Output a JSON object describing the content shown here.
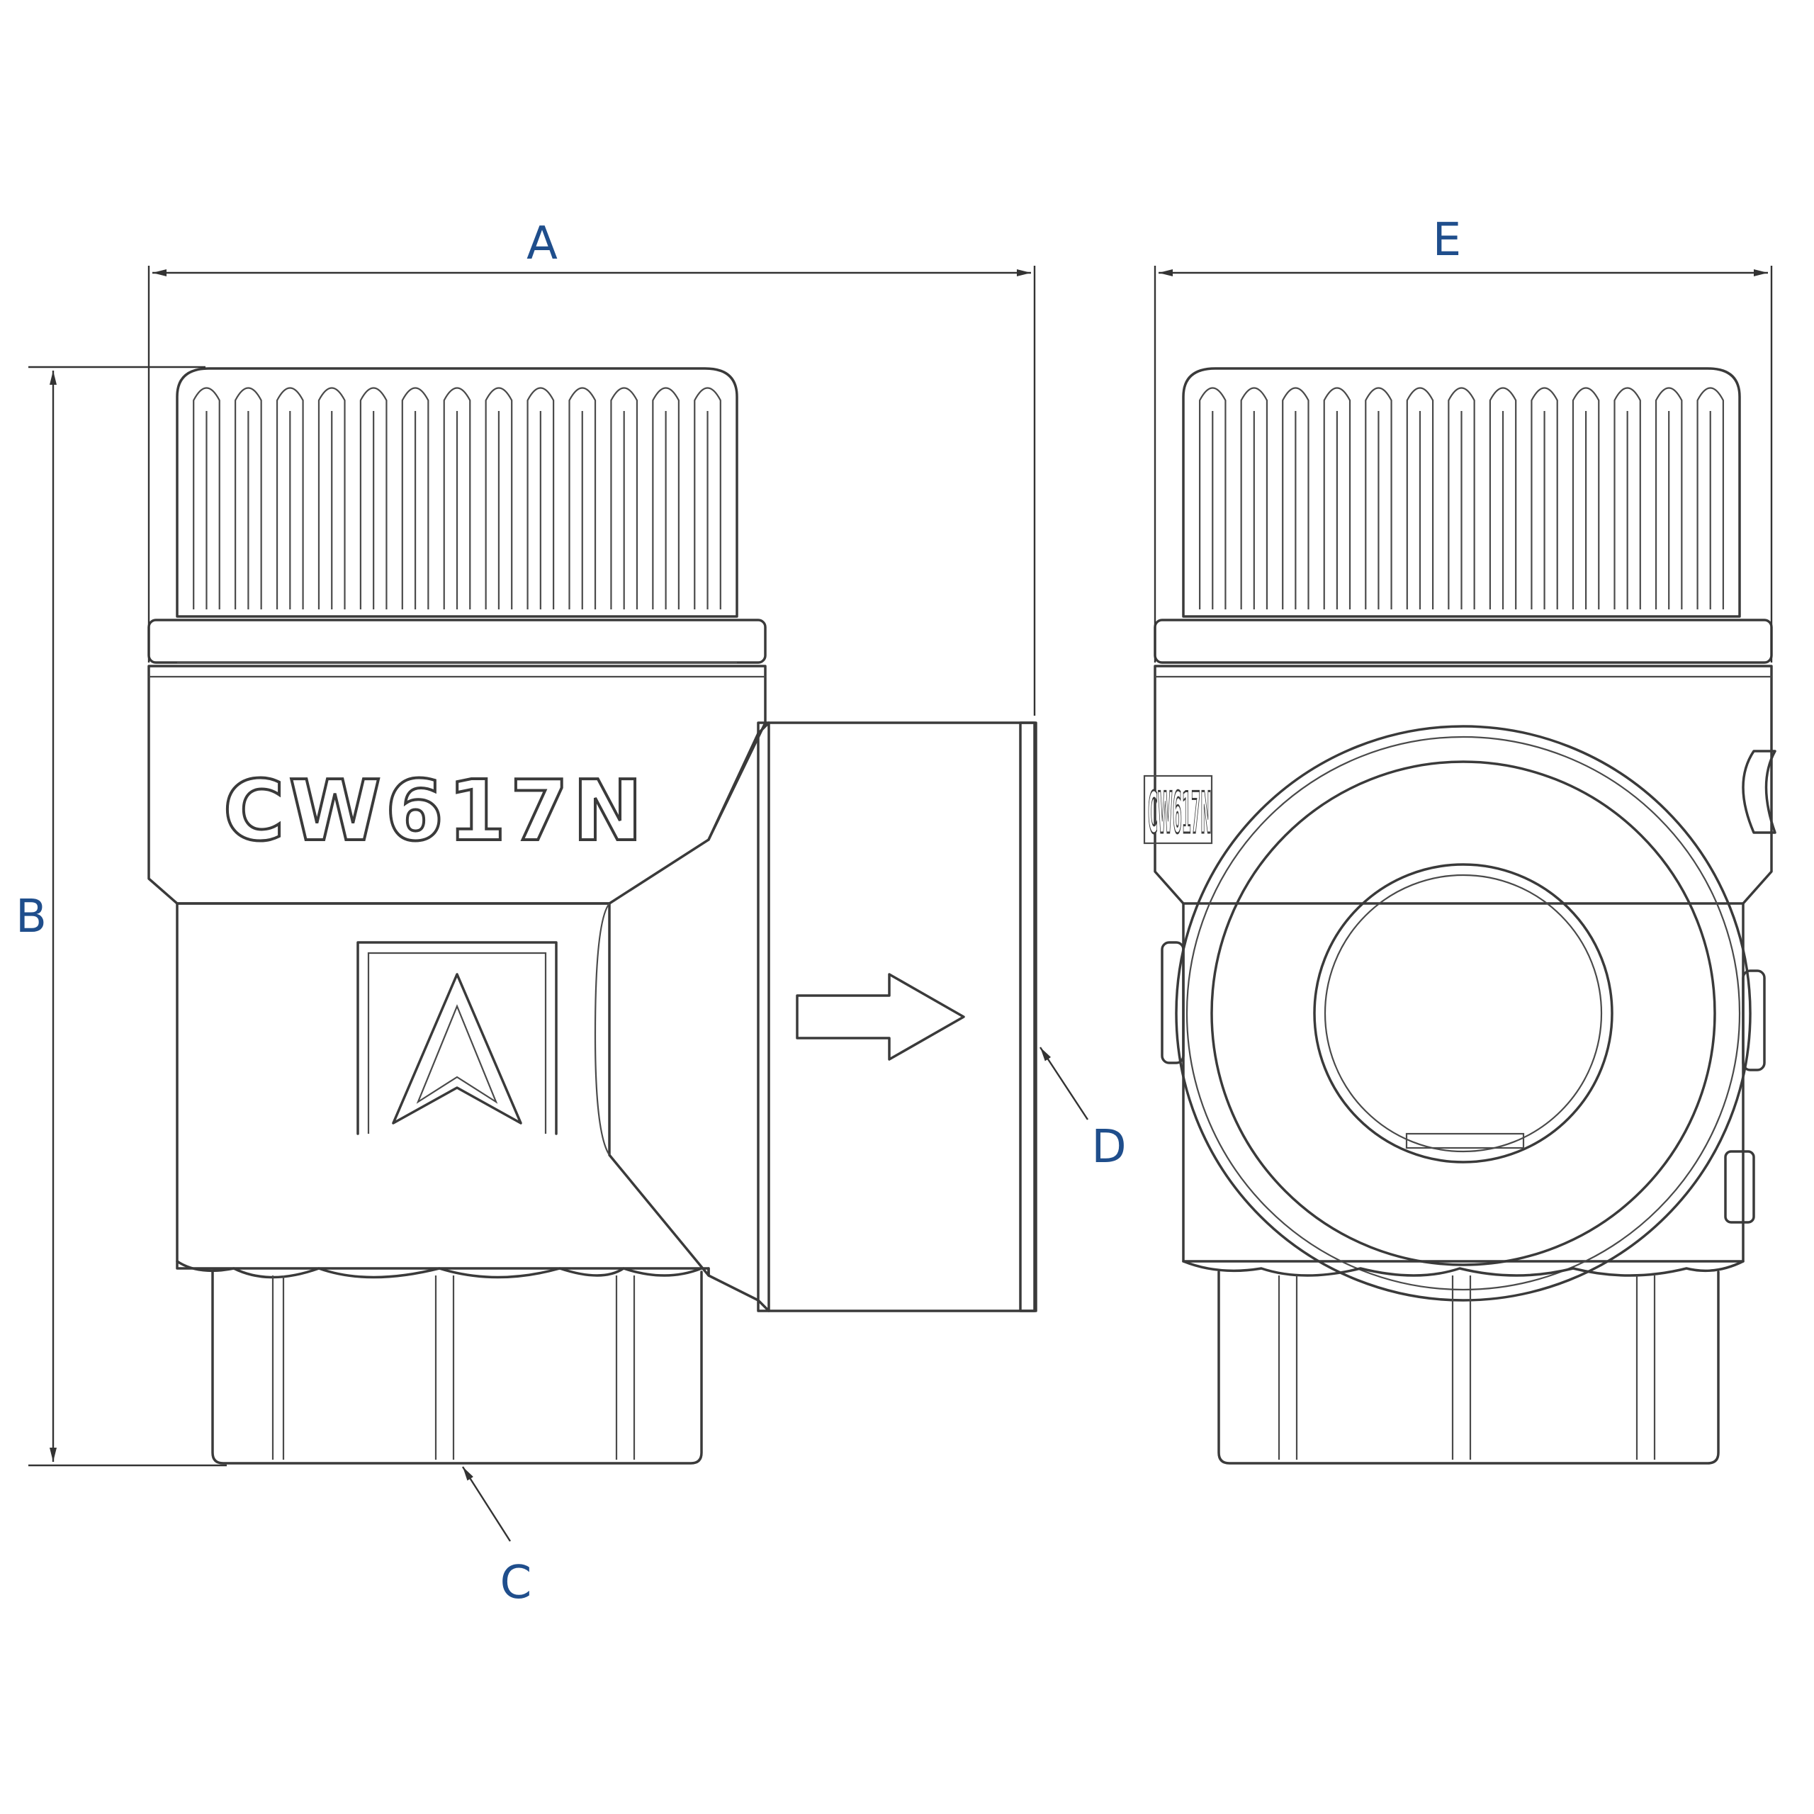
{
  "labels": {
    "a": "A",
    "b": "B",
    "c": "C",
    "d": "D",
    "e": "E"
  },
  "body_marking": "CW617N",
  "side_marking": "CW617N",
  "colors": {
    "line": "#3a3a3a",
    "label": "#1f4e8c",
    "background": "#ffffff"
  },
  "icons": {
    "flow_direction": "arrow-right-icon",
    "manufacturer_logo": "triangle-logo-icon"
  }
}
